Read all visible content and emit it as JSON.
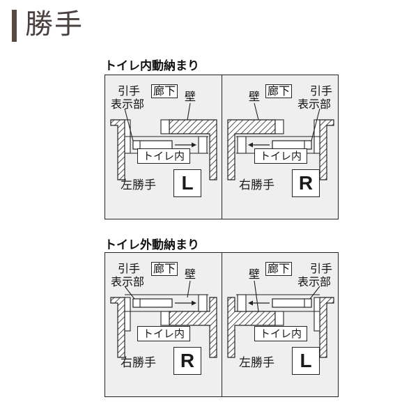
{
  "page_title": "勝手",
  "sections": [
    {
      "title": "トイレ内動納まり",
      "panels": [
        {
          "pull_label_1": "引手",
          "pull_label_2": "表示部",
          "corridor": "廊下",
          "wall": "壁",
          "toilet": "トイレ内",
          "hand_text": "左勝手",
          "hand_letter": "L"
        },
        {
          "pull_label_1": "引手",
          "pull_label_2": "表示部",
          "corridor": "廊下",
          "wall": "壁",
          "toilet": "トイレ内",
          "hand_text": "右勝手",
          "hand_letter": "R"
        }
      ]
    },
    {
      "title": "トイレ外動納まり",
      "panels": [
        {
          "pull_label_1": "引手",
          "pull_label_2": "表示部",
          "corridor": "廊下",
          "wall": "壁",
          "toilet": "トイレ内",
          "hand_text": "右勝手",
          "hand_letter": "R"
        },
        {
          "pull_label_1": "引手",
          "pull_label_2": "表示部",
          "corridor": "廊下",
          "wall": "壁",
          "toilet": "トイレ内",
          "hand_text": "左勝手",
          "hand_letter": "L"
        }
      ]
    }
  ],
  "colors": {
    "title_bar": "#5a4a3e",
    "panel_bg": "#efefef",
    "line": "#222222"
  }
}
